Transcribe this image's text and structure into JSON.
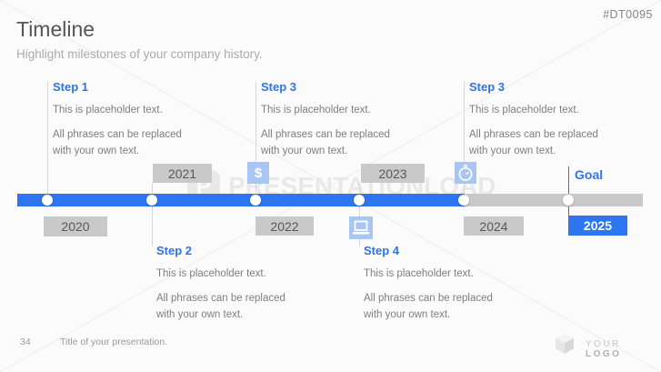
{
  "slide": {
    "code": "#DT0095",
    "title": "Timeline",
    "subtitle": "Highlight milestones of your company history.",
    "watermark_text": "PRESENTATIONLOAD",
    "watermark_logo_letter": "P"
  },
  "timeline": {
    "goal_label": "Goal",
    "years": [
      {
        "label": "2020"
      },
      {
        "label": "2021"
      },
      {
        "label": "2022"
      },
      {
        "label": "2023"
      },
      {
        "label": "2024"
      },
      {
        "label": "2025"
      }
    ],
    "steps": [
      {
        "title": "Step 1",
        "lines": [
          "This is placeholder text.",
          "All phrases can be replaced",
          "with your own text."
        ]
      },
      {
        "title": "Step 2",
        "lines": [
          "This is placeholder text.",
          "All phrases can be replaced",
          "with your own text."
        ]
      },
      {
        "title": "Step 3",
        "lines": [
          "This is placeholder text.",
          "All phrases can be replaced",
          "with your own text."
        ]
      },
      {
        "title": "Step 4",
        "lines": [
          "This is placeholder text.",
          "All phrases can be replaced",
          "with your own text."
        ]
      },
      {
        "title": "Step 3",
        "lines": [
          "This is placeholder text.",
          "All phrases can be replaced",
          "with your own text."
        ]
      }
    ],
    "icons": [
      {
        "name": "dollar-icon",
        "glyph": "$"
      },
      {
        "name": "laptop-icon"
      },
      {
        "name": "stopwatch-icon"
      }
    ]
  },
  "footer": {
    "page_number": "34",
    "presentation_title": "Title of your presentation.",
    "logo_word1": "YOUR",
    "logo_word2": "LOGO"
  },
  "colors": {
    "accent_blue": "#2e75f0",
    "icon_bg": "#a9c5f3",
    "year_box_bg": "#c9c9c9",
    "bar_gray": "#c9c9c9",
    "text_dark": "#595959",
    "text_body": "#7f7f7f"
  }
}
